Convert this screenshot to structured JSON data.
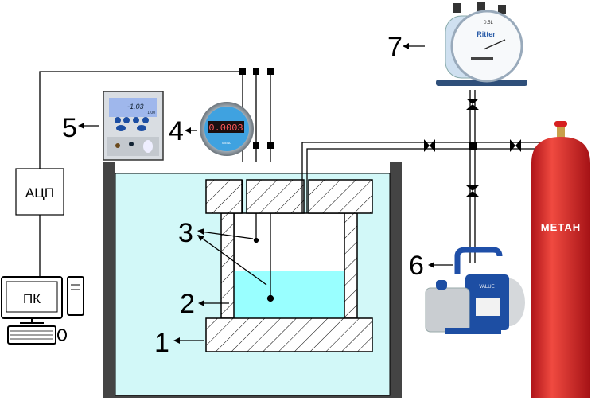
{
  "labels": {
    "n1": "1",
    "n2": "2",
    "n3": "3",
    "n4": "4",
    "n5": "5",
    "n6": "6",
    "n7": "7"
  },
  "adc": "АЦП",
  "pc": "ПК",
  "cylinder": "МЕТАН",
  "controller_display": {
    "main": "-1.03",
    "side": "1.00"
  },
  "pressure_display": "0.0003",
  "pressure_button": "MENU",
  "gas_meter": {
    "brand": "Ritter",
    "scale": "0.5L"
  },
  "pump_brand": "VALUE",
  "colors": {
    "water": "#d2f8f8",
    "liquid": "#99ffff",
    "cylinder": "#e8312c",
    "tank_wall": "#444444"
  }
}
